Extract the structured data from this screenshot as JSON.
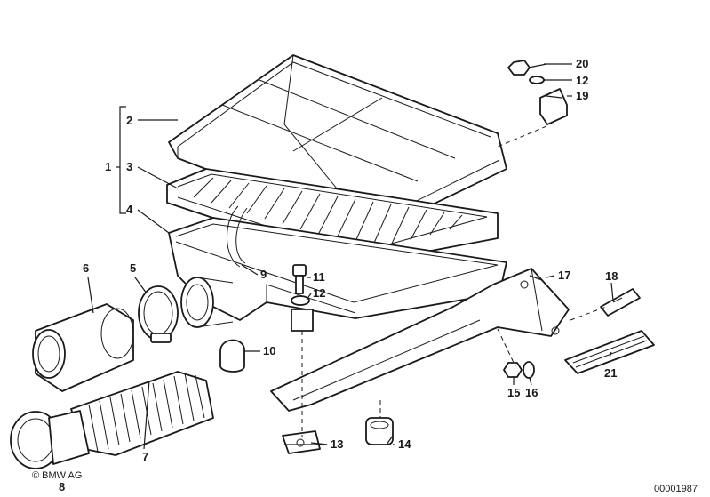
{
  "diagram": {
    "callouts": [
      {
        "id": "c1",
        "text": "1"
      },
      {
        "id": "c2",
        "text": "2"
      },
      {
        "id": "c3",
        "text": "3"
      },
      {
        "id": "c4",
        "text": "4"
      },
      {
        "id": "c5",
        "text": "5"
      },
      {
        "id": "c6",
        "text": "6"
      },
      {
        "id": "c7",
        "text": "7"
      },
      {
        "id": "c8",
        "text": "8"
      },
      {
        "id": "c9",
        "text": "9"
      },
      {
        "id": "c10",
        "text": "10"
      },
      {
        "id": "c11",
        "text": "11"
      },
      {
        "id": "c12a",
        "text": "12"
      },
      {
        "id": "c12b",
        "text": "12"
      },
      {
        "id": "c13",
        "text": "13"
      },
      {
        "id": "c14",
        "text": "14"
      },
      {
        "id": "c15",
        "text": "15"
      },
      {
        "id": "c16",
        "text": "16"
      },
      {
        "id": "c17",
        "text": "17"
      },
      {
        "id": "c18",
        "text": "18"
      },
      {
        "id": "c19",
        "text": "19"
      },
      {
        "id": "c20",
        "text": "20"
      },
      {
        "id": "c21",
        "text": "21"
      }
    ],
    "copyright": "© BMW AG",
    "document_number": "00001987"
  },
  "colors": {
    "ink": "#1a1a1a",
    "paper": "#ffffff"
  }
}
